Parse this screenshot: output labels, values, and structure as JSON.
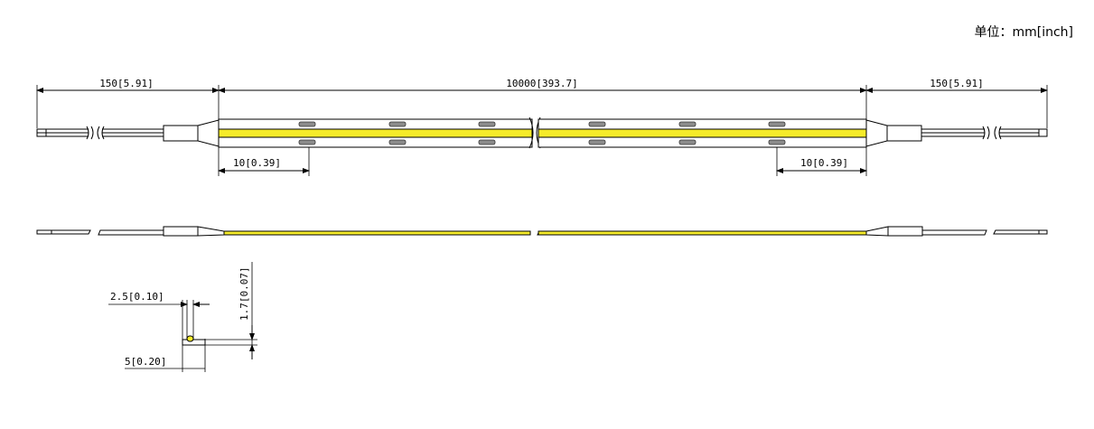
{
  "units_label": "单位：mm[inch]",
  "dimensions": {
    "left_wire": "150[5.91]",
    "strip_length": "10000[393.7]",
    "right_wire": "150[5.91]",
    "left_cut": "10[0.39]",
    "right_cut": "10[0.39]",
    "height": "1.7[0.07]",
    "profile_top": "2.5[0.10]",
    "profile_width": "5[0.20]"
  },
  "colors": {
    "strip_yellow": "#f5eb2a",
    "pad_gray": "#8c8c8c",
    "line": "#000000"
  }
}
